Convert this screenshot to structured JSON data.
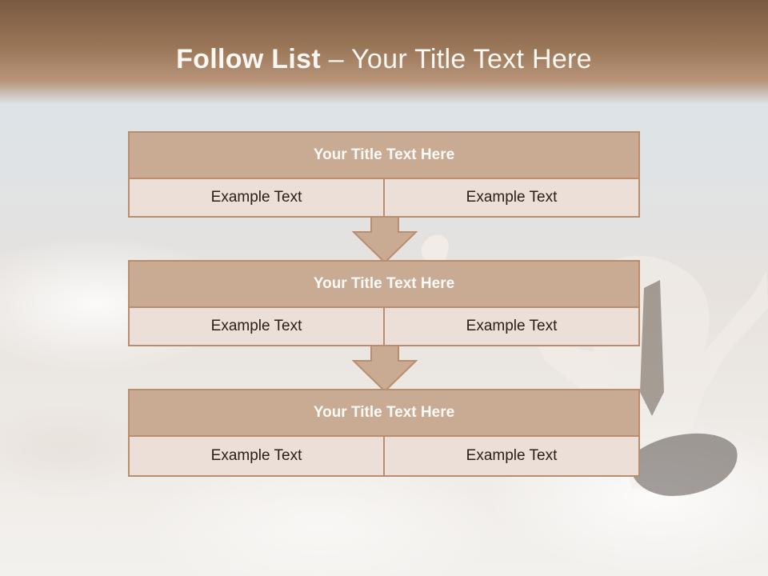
{
  "slide": {
    "title_bold": "Follow List",
    "title_rest": " – Your Title Text Here"
  },
  "blocks": [
    {
      "title": "Your Title Text Here",
      "left": "Example Text",
      "right": "Example Text"
    },
    {
      "title": "Your Title Text Here",
      "left": "Example Text",
      "right": "Example Text"
    },
    {
      "title": "Your Title Text Here",
      "left": "Example Text",
      "right": "Example Text"
    }
  ],
  "colors": {
    "header": "#9a7658",
    "block_title_bg": "#c9ab94",
    "block_cell_bg": "#ebdfd8",
    "border": "#b98e6e"
  },
  "icons": [
    "down-arrow-icon",
    "down-arrow-icon"
  ]
}
